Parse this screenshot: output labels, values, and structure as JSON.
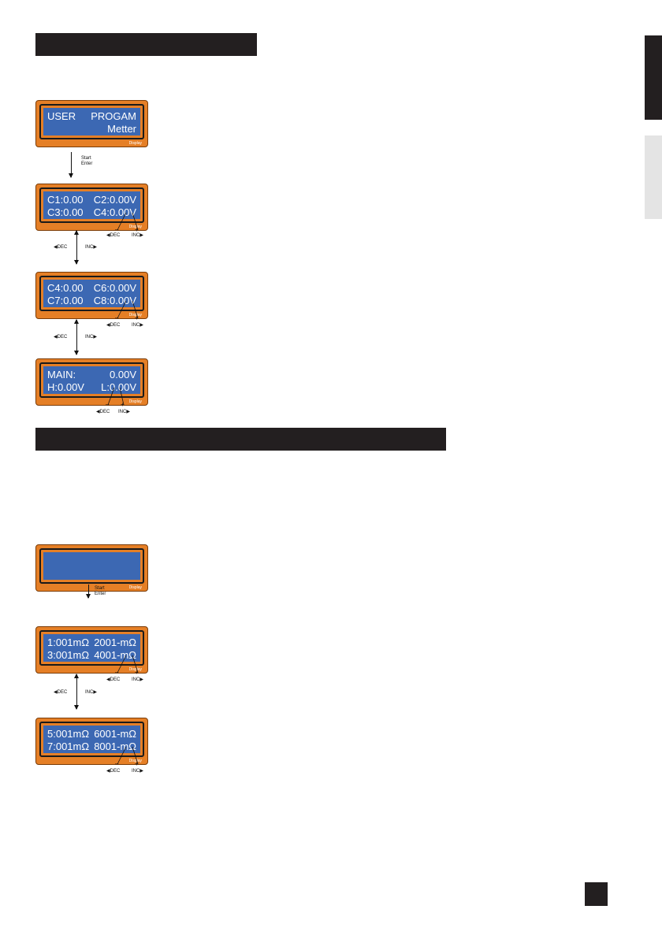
{
  "side_tabs": [
    "",
    ""
  ],
  "display_tag": "Display",
  "nav": {
    "start": "Start",
    "enter": "Enter",
    "dec": "DEC",
    "inc": "INC",
    "minus": "–",
    "plus": "+"
  },
  "section1": {
    "screens": [
      {
        "row1_left": "USER",
        "row1_right": "PROGAM",
        "row2_left": "",
        "row2_right": "Metter"
      },
      {
        "row1_left": "C1:0.00",
        "row1_right": "C2:0.00V",
        "row2_left": "C3:0.00",
        "row2_right": "C4:0.00V"
      },
      {
        "row1_left": "C4:0.00",
        "row1_right": "C6:0.00V",
        "row2_left": "C7:0.00",
        "row2_right": "C8:0.00V"
      },
      {
        "row1_left": "MAIN:",
        "row1_right": "0.00V",
        "row2_left": "H:0.00V",
        "row2_right": "L:0.00V"
      }
    ]
  },
  "section2": {
    "screens": [
      {
        "row1_left": "",
        "row1_right": "",
        "row2_left": "",
        "row2_right": ""
      },
      {
        "row1_left": "1:001mΩ",
        "row1_right": "2001-mΩ",
        "row2_left": "3:001mΩ",
        "row2_right": "4001-mΩ"
      },
      {
        "row1_left": "5:001mΩ",
        "row1_right": "6001-mΩ",
        "row2_left": "7:001mΩ",
        "row2_right": "8001-mΩ"
      }
    ]
  }
}
